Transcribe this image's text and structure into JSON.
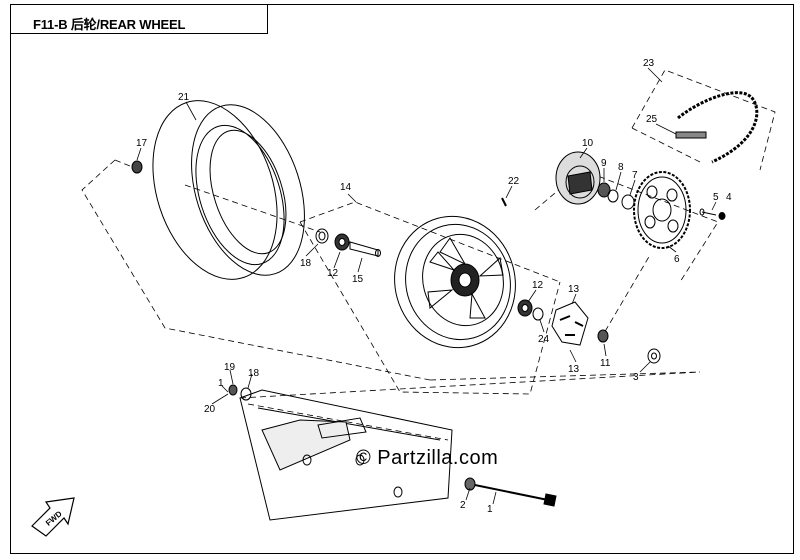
{
  "title": "F11-B 后轮/REAR WHEEL",
  "watermark": "© Partzilla.com",
  "fwd_label": "FWD",
  "callouts": {
    "c21": "21",
    "c17": "17",
    "c14": "14",
    "c22": "22",
    "c10": "10",
    "c9": "9",
    "c8": "8",
    "c7": "7",
    "c5": "5",
    "c4": "4",
    "c23": "23",
    "c25": "25",
    "c6": "6",
    "c18": "18",
    "c12a": "12",
    "c15": "15",
    "c12b": "12",
    "c24": "24",
    "c13a": "13",
    "c13b": "13",
    "c11": "11",
    "c3": "3",
    "c19": "19",
    "c18b": "18",
    "c1a": "1",
    "c20": "20",
    "c2": "2",
    "c1b": "1"
  }
}
